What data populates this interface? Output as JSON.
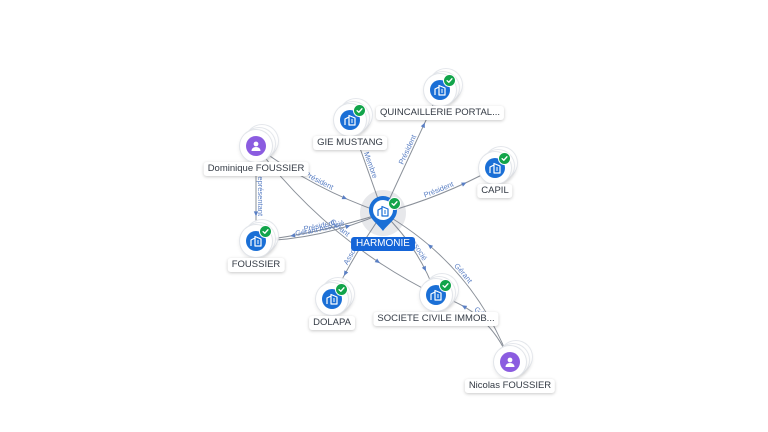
{
  "colors": {
    "company": "#1a6fd6",
    "person": "#8b5ce0",
    "verified": "#12a44a",
    "edge": "#8a9099",
    "edge_label": "#5a7fc4",
    "central_label_bg": "#1565d8"
  },
  "nodes": [
    {
      "id": "harmonie",
      "label": "HARMONIE",
      "type": "company",
      "icon": "building-icon",
      "central": true
    },
    {
      "id": "quinc",
      "label": "QUINCAILLERIE PORTAL...",
      "type": "company",
      "icon": "building-icon",
      "verified": true
    },
    {
      "id": "gie",
      "label": "GIE MUSTANG",
      "type": "company",
      "icon": "building-icon",
      "verified": true
    },
    {
      "id": "dom",
      "label": "Dominique FOUSSIER",
      "type": "person",
      "icon": "person-icon"
    },
    {
      "id": "capil",
      "label": "CAPIL",
      "type": "company",
      "icon": "building-icon",
      "verified": true
    },
    {
      "id": "foussier",
      "label": "FOUSSIER",
      "type": "company",
      "icon": "building-icon",
      "verified": true
    },
    {
      "id": "dolapa",
      "label": "DOLAPA",
      "type": "company",
      "icon": "building-icon",
      "verified": true
    },
    {
      "id": "sci",
      "label": "SOCIETE CIVILE IMMOB...",
      "type": "company",
      "icon": "building-icon",
      "verified": true
    },
    {
      "id": "nicolas",
      "label": "Nicolas FOUSSIER",
      "type": "person",
      "icon": "person-icon"
    }
  ],
  "edges": [
    {
      "from": "harmonie",
      "to": "quinc",
      "label": "Président"
    },
    {
      "from": "harmonie",
      "to": "gie",
      "label": "Membre"
    },
    {
      "from": "harmonie",
      "to": "capil",
      "label": "Président"
    },
    {
      "from": "harmonie",
      "to": "foussier",
      "label": "Président"
    },
    {
      "from": "harmonie",
      "to": "dolapa",
      "label": "Associé"
    },
    {
      "from": "harmonie",
      "to": "sci",
      "label": "Associé"
    },
    {
      "from": "dom",
      "to": "harmonie",
      "label": "Président"
    },
    {
      "from": "dom",
      "to": "foussier",
      "label": "Représentant"
    },
    {
      "from": "dom",
      "to": "sci",
      "label": "Gérant"
    },
    {
      "from": "nicolas",
      "to": "sci",
      "label": "Gérant"
    },
    {
      "from": "nicolas",
      "to": "harmonie",
      "label": "Gérant"
    },
    {
      "from": "foussier",
      "to": "harmonie",
      "label": "Gérant Associé"
    }
  ]
}
